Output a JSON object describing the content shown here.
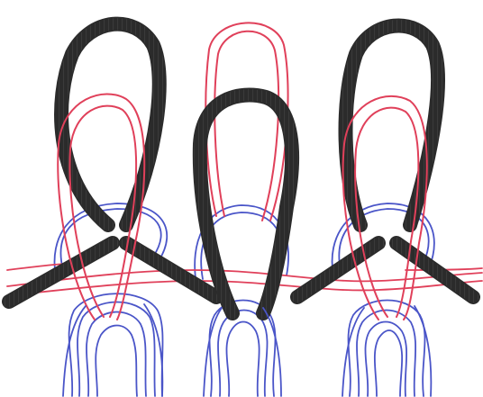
{
  "figure": {
    "description_text": "",
    "colors": {
      "background": "#ffffff",
      "black_yarn_fill": "#ffffff",
      "black_yarn_stroke": "#2b2b2b",
      "black_yarn_ticks": "#3a3a3a",
      "red_yarn": "#e0405a",
      "blue_yarn": "#4a55c8"
    },
    "icons": [
      "knit-loop-black",
      "knit-loop-red",
      "blue-yarn-strand"
    ]
  }
}
